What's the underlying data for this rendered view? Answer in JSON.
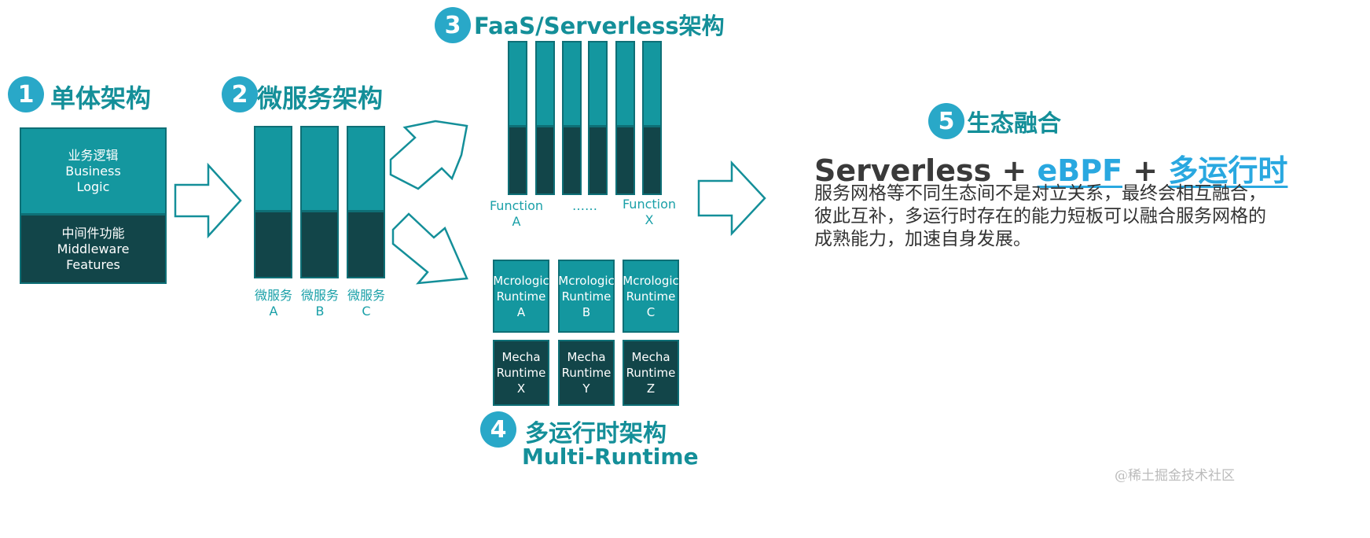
{
  "sections": {
    "monolith": {
      "number": "1",
      "title": "单体架构"
    },
    "microservice": {
      "number": "2",
      "title": "微服务架构"
    },
    "faas": {
      "number": "3",
      "title": "FaaS/Serverless架构"
    },
    "multiruntime": {
      "number": "4",
      "title": "多运行时架构",
      "subtitle": "Multi-Runtime"
    },
    "ecosystem": {
      "number": "5",
      "title": "生态融合"
    }
  },
  "monolith_box": {
    "business": [
      "业务逻辑",
      "Business",
      "Logic"
    ],
    "middleware": [
      "中间件功能",
      "Middleware",
      "Features"
    ]
  },
  "microservices": [
    {
      "name": "微服务",
      "id": "A"
    },
    {
      "name": "微服务",
      "id": "B"
    },
    {
      "name": "微服务",
      "id": "C"
    }
  ],
  "functions": {
    "left": [
      "Function",
      "A"
    ],
    "middle": "……",
    "right": [
      "Function",
      "X"
    ]
  },
  "runtimes": {
    "mcrologic": [
      [
        "Mcrologic",
        "Runtime",
        "A"
      ],
      [
        "Mcrologic",
        "Runtime",
        "B"
      ],
      [
        "Mcrologic",
        "Runtime",
        "C"
      ]
    ],
    "mecha": [
      [
        "Mecha",
        "Runtime",
        "X"
      ],
      [
        "Mecha",
        "Runtime",
        "Y"
      ],
      [
        "Mecha",
        "Runtime",
        "Z"
      ]
    ]
  },
  "ecosystem_eq": {
    "term1": "Serverless",
    "plus": "+",
    "term2": "eBPF",
    "term3": "多运行时"
  },
  "ecosystem_desc": "服务网格等不同生态间不是对立关系，最终会相互融合，彼此互补，多运行时存在的能力短板可以融合服务网格的成熟能力，加速自身发展。",
  "watermark": "@稀土掘金技术社区",
  "colors": {
    "teal": "#14979f",
    "dark_teal": "#124549",
    "badge": "#29a8c8",
    "highlight": "#29a8e0"
  }
}
